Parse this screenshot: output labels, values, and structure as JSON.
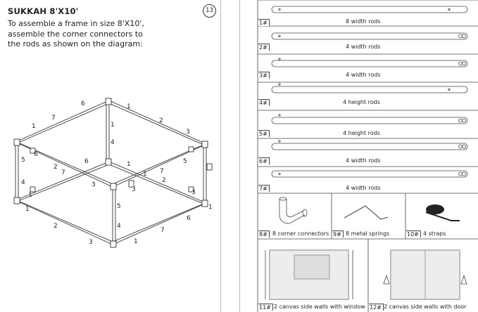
{
  "left_page": {
    "title": "SUKKAH 8'X10'",
    "description": "To assemble a frame in size 8'X10', assemble the corner connectors to the rods as shown on the diagram:",
    "page_number": "13",
    "diagram_labels": [
      "6",
      "1",
      "7",
      "1",
      "2",
      "3",
      "1",
      "4",
      "5",
      "6",
      "3",
      "5",
      "4",
      "2",
      "7",
      "6",
      "1",
      "3",
      "2",
      "7",
      "1",
      "1",
      "3",
      "1",
      "2",
      "3",
      "5",
      "4",
      "1",
      "6",
      "7",
      "1"
    ]
  },
  "right_page": {
    "rods": [
      {
        "num": "1#",
        "label": "8 width rods"
      },
      {
        "num": "2#",
        "label": "4 width rods"
      },
      {
        "num": "3#",
        "label": "4 width rods"
      },
      {
        "num": "4#",
        "label": "4 height rods"
      },
      {
        "num": "5#",
        "label": "4 height rods"
      },
      {
        "num": "6#",
        "label": "4 width rods"
      },
      {
        "num": "7#",
        "label": "4 width rods"
      }
    ],
    "parts": [
      {
        "num": "8#",
        "label": "8 corner connectors"
      },
      {
        "num": "9#",
        "label": "8 metal springs"
      },
      {
        "num": "10#",
        "label": "4 straps"
      }
    ],
    "walls": [
      {
        "num": "11#",
        "label": "2 canvas side walls with window"
      },
      {
        "num": "12#",
        "label": "2 canvas side walls with door"
      }
    ]
  }
}
